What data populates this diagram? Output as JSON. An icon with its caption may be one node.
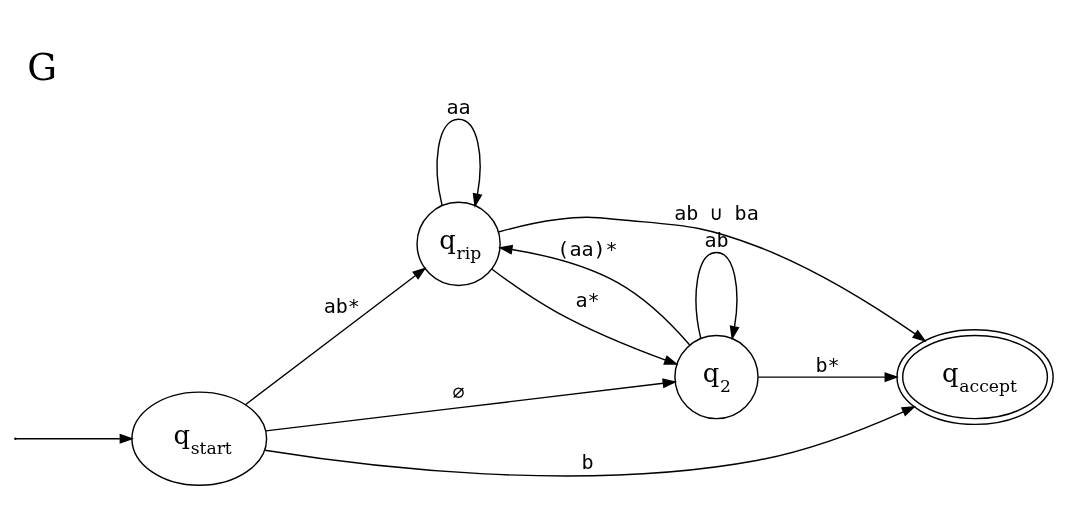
{
  "diagram": {
    "title": "G",
    "nodes": [
      {
        "text": [
          "q$_{start}$"
        ]
      },
      {
        "text": [
          "q$_{rip}$"
        ]
      },
      {
        "text": [
          "q$_{2}$"
        ]
      },
      {
        "text": [
          "q$_{accept}$"
        ]
      }
    ],
    "edges": [
      {
        "from": null,
        "to": 0,
        "arrow": "to"
      },
      {
        "from": 0,
        "to": 1,
        "arrow": "to",
        "label": "ab*"
      },
      {
        "from": 1,
        "to": 1,
        "arrow": "to",
        "label": "aa"
      },
      {
        "from": 1,
        "to": 3,
        "arrow": "to",
        "label": "ab ∪ ba"
      },
      {
        "from": 1,
        "to": 2,
        "arrow": "to",
        "label": "a*"
      },
      {
        "from": 2,
        "to": 1,
        "arrow": "to",
        "label": "(aa)*"
      },
      {
        "from": 0,
        "to": 2,
        "arrow": "to",
        "label": "∅"
      },
      {
        "from": 2,
        "to": 2,
        "arrow": "to",
        "label": "ab"
      },
      {
        "from": 2,
        "to": 3,
        "arrow": "to",
        "label": "b*"
      },
      {
        "from": 0,
        "to": 3,
        "arrow": "to",
        "label": "b"
      }
    ]
  }
}
